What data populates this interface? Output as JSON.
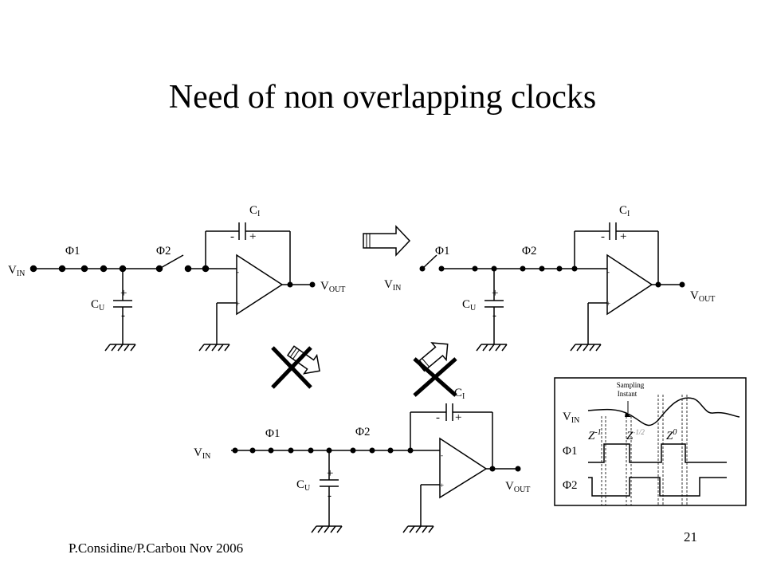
{
  "slide": {
    "title": "Need of non overlapping clocks",
    "footer": "P.Considine/P.Carbou Nov 2006",
    "page": "21"
  },
  "labels": {
    "v_in_main": "V",
    "v_in_sub": "IN",
    "v_out_main": "V",
    "v_out_sub": "OUT",
    "cu_main": "C",
    "cu_sub": "U",
    "ci_main": "C",
    "ci_sub": "I",
    "phi1": "Φ1",
    "phi2": "Φ2",
    "plus": "+",
    "minus": "-"
  },
  "timing": {
    "sampling_line1": "Sampling",
    "sampling_line2": "Instant",
    "z_main": "Z",
    "z_minus1": "-1",
    "z_half": "-1/2",
    "z_zero": "0"
  },
  "colors": {
    "ink": "#000000",
    "background": "#ffffff"
  },
  "icons": [
    "right-arrow-icon",
    "down-right-arrow-icon",
    "up-right-arrow-icon",
    "cross-icon"
  ]
}
